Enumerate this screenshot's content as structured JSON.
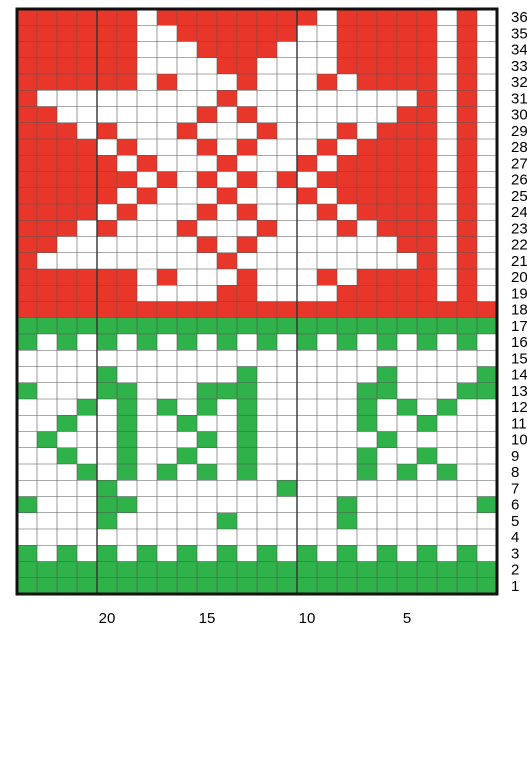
{
  "colors": {
    "red": "#e8372a",
    "green": "#2fb24a",
    "white": "#ffffff",
    "grid_line": "#555555",
    "border": "#111111"
  },
  "pattern": {
    "cols": 24,
    "rows": 36,
    "row_labels": [
      "36",
      "35",
      "34",
      "33",
      "32",
      "31",
      "30",
      "29",
      "28",
      "27",
      "26",
      "25",
      "24",
      "23",
      "22",
      "21",
      "20",
      "19",
      "18",
      "17",
      "16",
      "15",
      "14",
      "13",
      "12",
      "11",
      "10",
      "9",
      "8",
      "7",
      "6",
      "5",
      "4",
      "3",
      "2",
      "1"
    ],
    "col_labels": [
      {
        "col": 20,
        "label": "20"
      },
      {
        "col": 15,
        "label": "15"
      },
      {
        "col": 10,
        "label": "10"
      },
      {
        "col": 5,
        "label": "5"
      }
    ],
    "legend": {
      "R": "red",
      "G": "green",
      ".": "white"
    },
    "grid_top_to_bottom": [
      "RRRRRR.RRRRRRRR.RRRRR.R.",
      "RRRRRR..RRRRRR..RRRRR.R.",
      "RRRRRR...RRRR...RRRRR.R.",
      "RRRRRR....RR....RRRRR.R.",
      "RRRRRR.R...R...R.RRRR.R.",
      "R.........R.........R.R.",
      "RR.......R.R.......RR.R.",
      "RRR.R...R...R...R.RRR.R.",
      "RRRR.R...R.R...R.RRRR.R.",
      "RRRRR.R...R...R.RRRRR.R.",
      "RRRRRR.R.R.R.R.RRRRRR.R.",
      "RRRRR.R...R...R.RRRRR.R.",
      "RRRR.R...R.R...R.RRRR.R.",
      "RRR.R...R...R...R.RRR.R.",
      "RR.......R.R.......RR.R.",
      "R.........R.........R.R.",
      "RRRRRR.R...R...R.RRRR.R.",
      "RRRRRR....RR....RRRRR.R.",
      "RRRRRRRRRRRRRRRRRRRRRRRR",
      "GGGGGGGGGGGGGGGGGGGGGGGG",
      "G.G.G.G.G.G.G.G.G.G.G.G.",
      "........................",
      "....G......G......G....G",
      "G...GG...GGG.....GG...GG",
      "...G.G.G.G.G.....G.G.G..",
      "..G..G..G..G.....G..G...",
      ".G...G...G.G......G.....",
      "..G..G..G..G.....G..G...",
      "...G.G.G.G.G.....G.G.G..",
      "....G........G..........",
      "G...GG..........G......G",
      "....G.....G.....G.......",
      "........................",
      "G.G.G.G.G.G.G.G.G.G.G.G.",
      "GGGGGGGGGGGGGGGGGGGGGGGG",
      "GGGGGGGGGGGGGGGGGGGGGGGG"
    ]
  }
}
